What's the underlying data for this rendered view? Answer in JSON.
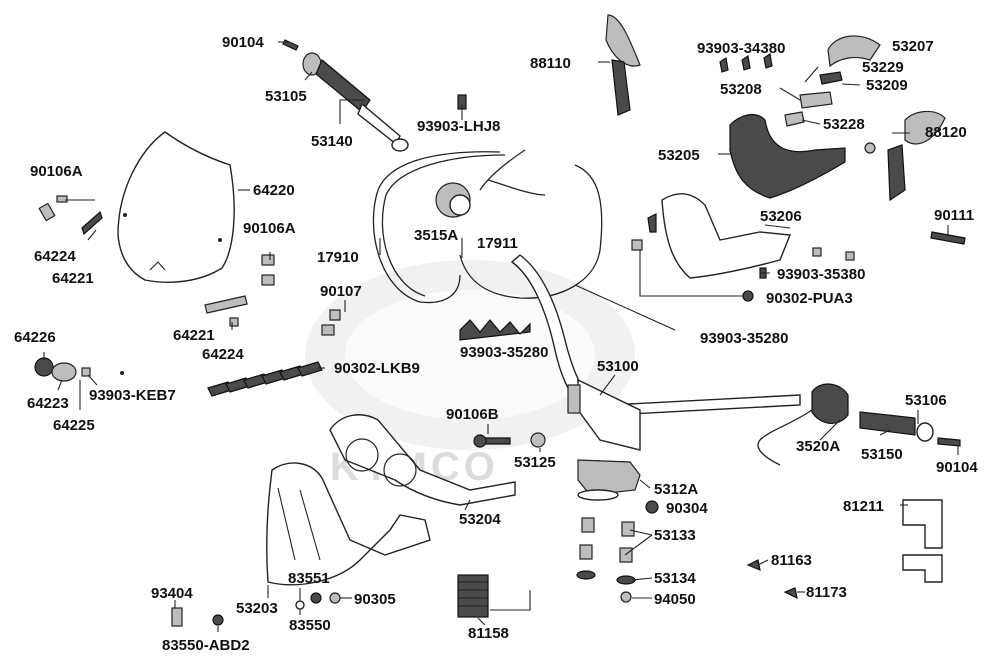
{
  "diagram": {
    "brand_watermark": "KYMCO",
    "part_labels": [
      "90104",
      "53105",
      "53140",
      "93903-LHJ8",
      "88110",
      "93903-34380",
      "53207",
      "53229",
      "53209",
      "53208",
      "53228",
      "88120",
      "53205",
      "90106A",
      "64220",
      "90106A",
      "3515A",
      "17911",
      "17910",
      "53206",
      "90111",
      "93903-35380",
      "90302-PUA3",
      "64224",
      "64221",
      "90107",
      "64221",
      "64224",
      "93903-35280",
      "93903-35280",
      "64226",
      "90302-LKB9",
      "64223",
      "93903-KEB7",
      "64225",
      "53100",
      "53106",
      "90106B",
      "3520A",
      "53150",
      "53125",
      "90104",
      "5312A",
      "90304",
      "81211",
      "53204",
      "53133",
      "81163",
      "53134",
      "94050",
      "81173",
      "93404",
      "83551",
      "90305",
      "53203",
      "83550",
      "81158",
      "83550-ABD2"
    ]
  }
}
